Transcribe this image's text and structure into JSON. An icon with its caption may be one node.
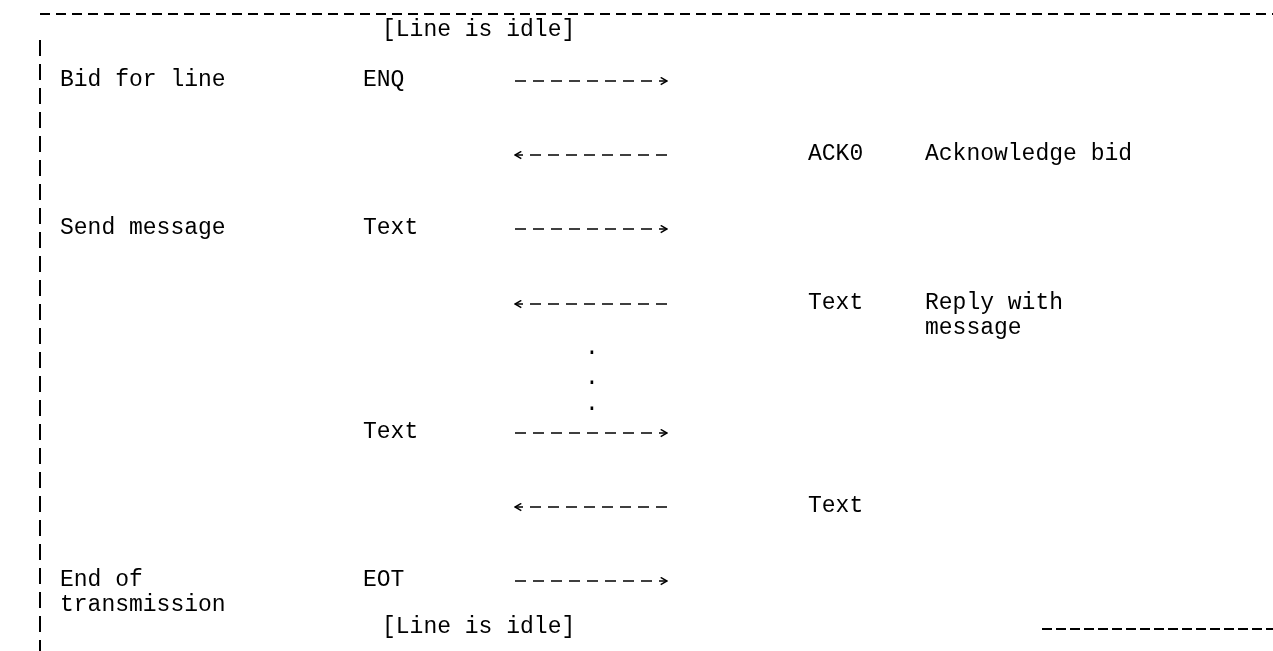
{
  "diagram": {
    "nodes": [
      {
        "text": [
          "ENQ"
        ]
      },
      {
        "text": [
          "ACK0"
        ]
      },
      {
        "text": [
          "Text"
        ]
      },
      {
        "text": [
          "Text"
        ]
      },
      {
        "text": [
          "Text"
        ]
      },
      {
        "text": [
          "Text"
        ]
      },
      {
        "text": [
          "EOT"
        ]
      }
    ],
    "edges": [
      {
        "from": 0,
        "to": null,
        "arrow": "to",
        "style": "dashed"
      },
      {
        "from": 1,
        "to": null,
        "arrow": "to",
        "style": "dashed"
      },
      {
        "from": 2,
        "to": null,
        "arrow": "to",
        "style": "dashed"
      },
      {
        "from": 3,
        "to": null,
        "arrow": "to",
        "style": "dashed"
      },
      {
        "from": 4,
        "to": null,
        "arrow": "to",
        "style": "dashed"
      },
      {
        "from": 5,
        "to": null,
        "arrow": "to",
        "style": "dashed"
      },
      {
        "from": 6,
        "to": null,
        "arrow": "to",
        "style": "dashed"
      }
    ],
    "labels": [
      "[Line is idle]",
      "Bid for line",
      "Acknowledge bid",
      "Send message",
      "Reply with message",
      ".",
      ".",
      ".",
      "End of transmission",
      "[Line is idle]"
    ]
  }
}
